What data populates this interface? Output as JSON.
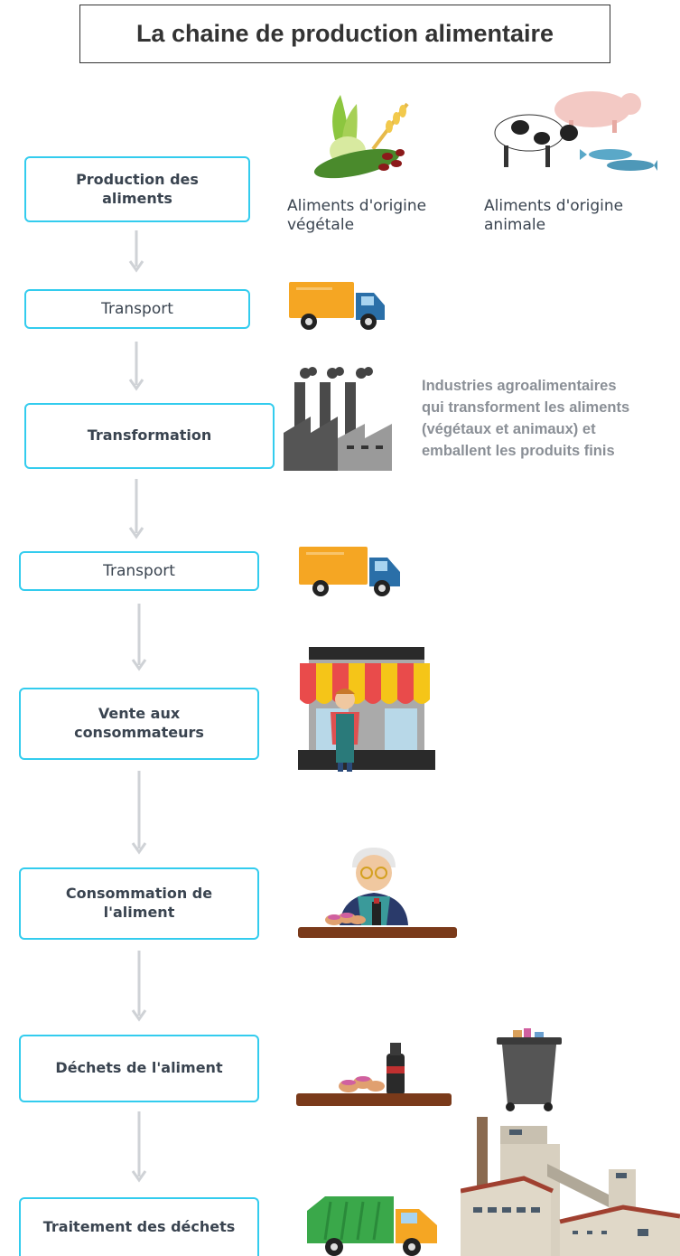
{
  "title": "La chaine de production alimentaire",
  "steps": [
    {
      "label": "Production des\naliments"
    },
    {
      "label": "Transport"
    },
    {
      "label": "Transformation"
    },
    {
      "label": "Transport"
    },
    {
      "label": "Vente aux\nconsommateurs"
    },
    {
      "label": "Consommation de\nl'aliment"
    },
    {
      "label": "Déchets de l'aliment"
    },
    {
      "label": "Traitement des déchets"
    }
  ],
  "captions": {
    "vegetal": "Aliments d'origine\nvégétale",
    "animal": "Aliments d'origine\nanimale"
  },
  "info_text": "Industries agroalimentaires\nqui transforment les aliments\n(végétaux et animaux) et\nemballent les produits finis",
  "colors": {
    "box_border": "#33ccee",
    "arrow": "#cfd2d6",
    "text": "#3a4450",
    "info_text": "#8a8f96"
  }
}
